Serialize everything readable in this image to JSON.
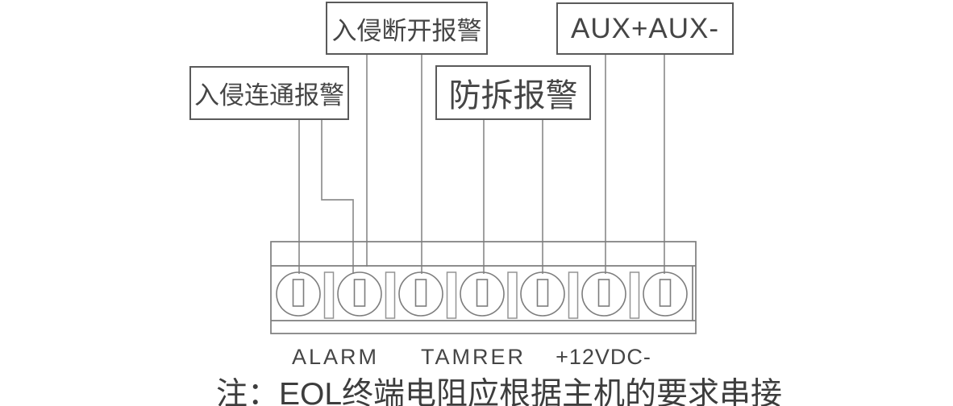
{
  "diagram": {
    "type": "terminal-block-wiring-diagram",
    "callouts": [
      {
        "id": "intrusion-closed-alarm",
        "label": "入侵连通报警",
        "terminals": [
          1,
          2
        ]
      },
      {
        "id": "intrusion-open-alarm",
        "label": "入侵断开报警",
        "terminals": [
          2,
          3
        ]
      },
      {
        "id": "tamper-alarm",
        "label": "防拆报警",
        "terminals": [
          4,
          5
        ]
      },
      {
        "id": "aux-power",
        "label": "AUX+AUX-",
        "terminals": [
          6,
          7
        ]
      }
    ],
    "terminal_block": {
      "terminal_count": 7,
      "group_labels": [
        "ALARM",
        "TAMRER",
        "+12VDC-"
      ]
    },
    "note": "注：EOL终端电阻应根据主机的要求串接",
    "colors": {
      "wire": "#8f8f8f",
      "outline": "#7d7d7d",
      "callout_border": "#5a5a5a",
      "text": "#454545",
      "background": "#ffffff"
    }
  }
}
